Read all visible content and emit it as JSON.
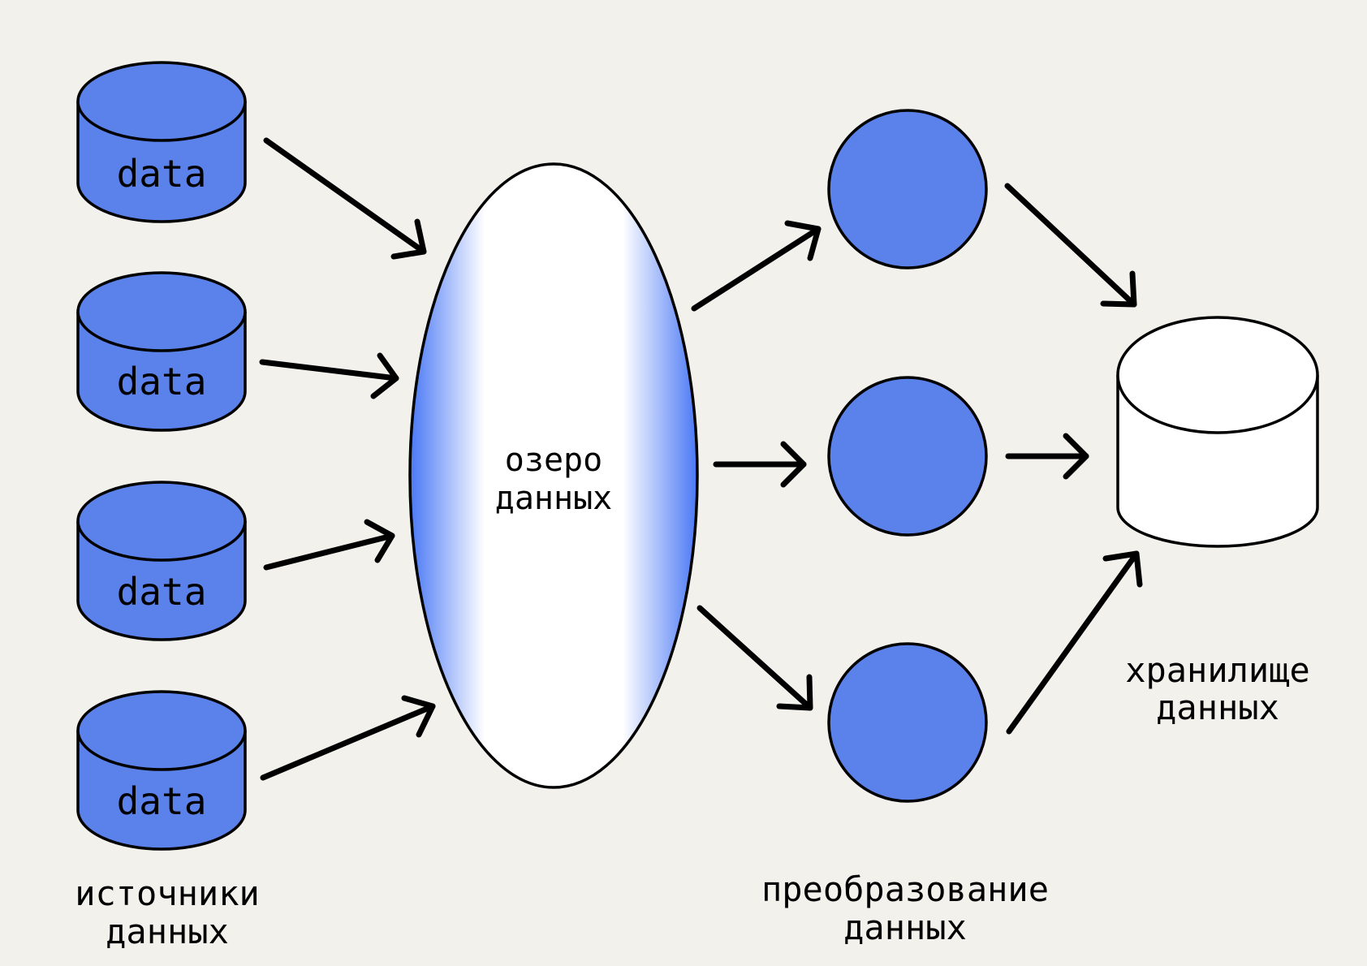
{
  "colors": {
    "background": "#f2f1ec",
    "accent_blue": "#5b82ea",
    "lake_edge_blue": "#4a78f5",
    "stroke": "#000000",
    "warehouse_fill": "#ffffff"
  },
  "sources": {
    "items": [
      {
        "label": "data"
      },
      {
        "label": "data"
      },
      {
        "label": "data"
      },
      {
        "label": "data"
      }
    ],
    "caption_line1": "источники",
    "caption_line2": "данных"
  },
  "lake": {
    "label_line1": "озеро",
    "label_line2": "данных"
  },
  "transform": {
    "caption_line1": "преобразование",
    "caption_line2": "данных"
  },
  "warehouse": {
    "caption_line1": "хранилище",
    "caption_line2": "данных"
  }
}
